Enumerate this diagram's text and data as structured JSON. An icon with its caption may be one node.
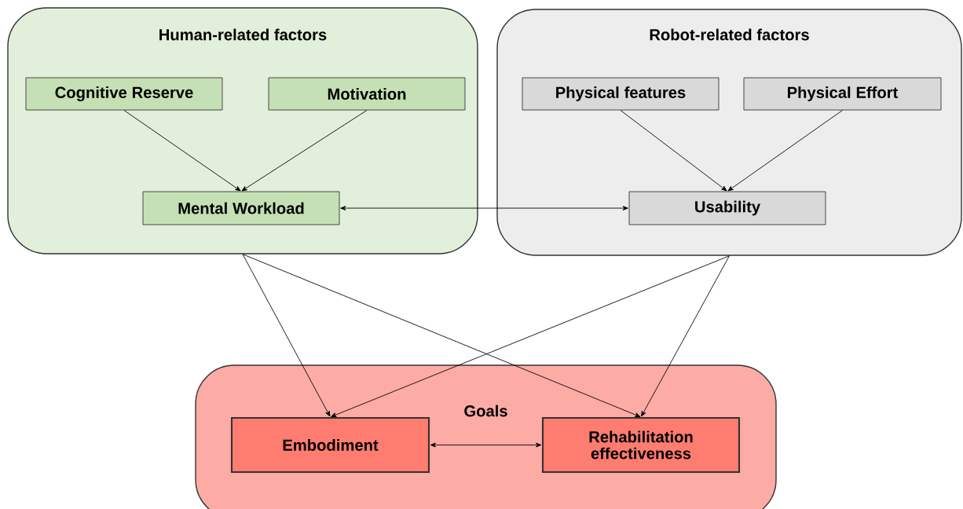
{
  "diagram": {
    "nodes": [
      {
        "text": [
          "Human-related factors"
        ]
      },
      {
        "text": [
          "Cognitive Reserve"
        ],
        "in": 0
      },
      {
        "text": [
          "Motivation"
        ],
        "in": 0
      },
      {
        "text": [
          "Mental Workload"
        ],
        "in": 0
      },
      {
        "text": [
          "Robot-related factors"
        ]
      },
      {
        "text": [
          "Physical features"
        ],
        "in": 4
      },
      {
        "text": [
          "Physical Effort"
        ],
        "in": 4
      },
      {
        "text": [
          "Usability"
        ],
        "in": 4
      },
      {
        "text": [
          "Goals"
        ]
      },
      {
        "text": [
          "Embodiment"
        ],
        "in": 8
      },
      {
        "text": [
          "Rehabilitation effectiveness"
        ],
        "in": 8
      }
    ],
    "edges": [
      {
        "from": 1,
        "to": 3,
        "arrow": "to"
      },
      {
        "from": 2,
        "to": 3,
        "arrow": "to"
      },
      {
        "from": 5,
        "to": 7,
        "arrow": "to"
      },
      {
        "from": 6,
        "to": 7,
        "arrow": "to"
      },
      {
        "from": 3,
        "to": 7,
        "arrow": "both"
      },
      {
        "from": 0,
        "to": 9,
        "arrow": "to"
      },
      {
        "from": 0,
        "to": 10,
        "arrow": "to"
      },
      {
        "from": 4,
        "to": 9,
        "arrow": "to"
      },
      {
        "from": 4,
        "to": 10,
        "arrow": "to"
      },
      {
        "from": 9,
        "to": 10,
        "arrow": "both"
      }
    ]
  }
}
